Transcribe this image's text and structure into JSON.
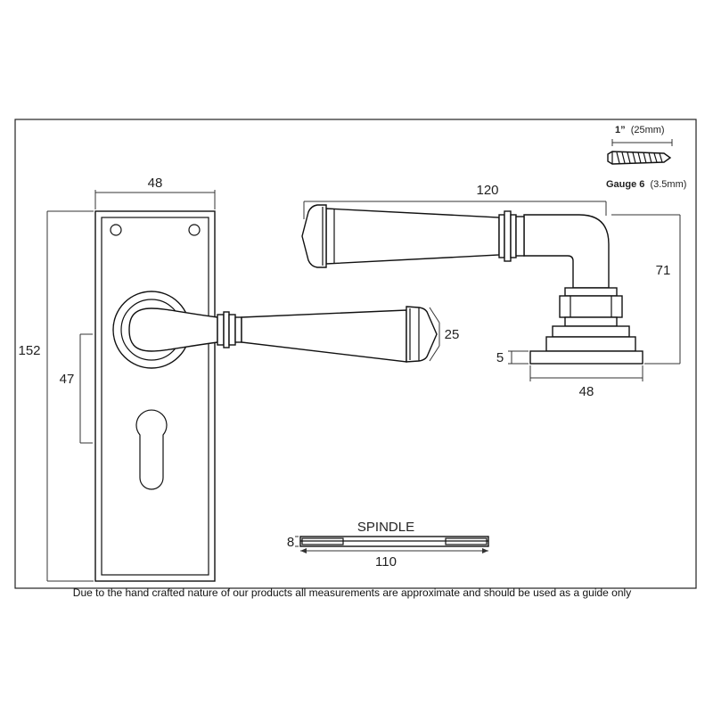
{
  "dimensions": {
    "plate_width": "48",
    "plate_height": "152",
    "keyhole_centres": "47",
    "lever_length": "120",
    "lever_height": "25",
    "projection": "71",
    "rose_thickness": "5",
    "rose_width": "48"
  },
  "screw": {
    "length": "1”",
    "length_metric": "(25mm)",
    "gauge": "Gauge 6",
    "gauge_metric": "(3.5mm)"
  },
  "spindle": {
    "title": "SPINDLE",
    "size": "8",
    "length": "110"
  },
  "footer_note": "Due to the hand crafted nature of our products all measurements are approximate and should be used as a guide only",
  "colors": {
    "line": "#222222",
    "background": "#ffffff"
  }
}
